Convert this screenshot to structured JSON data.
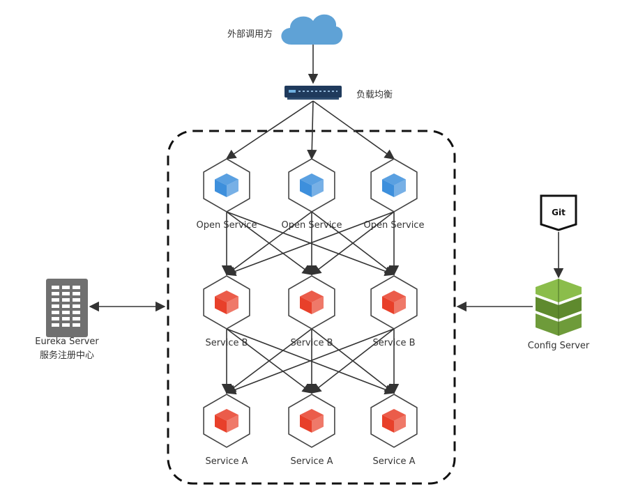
{
  "client_label": "外部调用方",
  "lb_label": "负载均衡",
  "eureka": {
    "title": "Eureka Server",
    "subtitle": "服务注册中心"
  },
  "config": {
    "title": "Config Server",
    "git_label": "Git"
  },
  "tiers": [
    {
      "label": "Open Service",
      "color": "#3d8fdc",
      "count": 3
    },
    {
      "label": "Service B",
      "color": "#e8402a",
      "count": 3
    },
    {
      "label": "Service A",
      "color": "#e8402a",
      "count": 3
    }
  ],
  "colors": {
    "cloud": "#5fa2d6",
    "line": "#333333",
    "dashed_border": "#111111",
    "hex_stroke": "#444444",
    "server": "#707070",
    "config_green": "#6e9b3a",
    "lb": "#1f3a5c"
  }
}
